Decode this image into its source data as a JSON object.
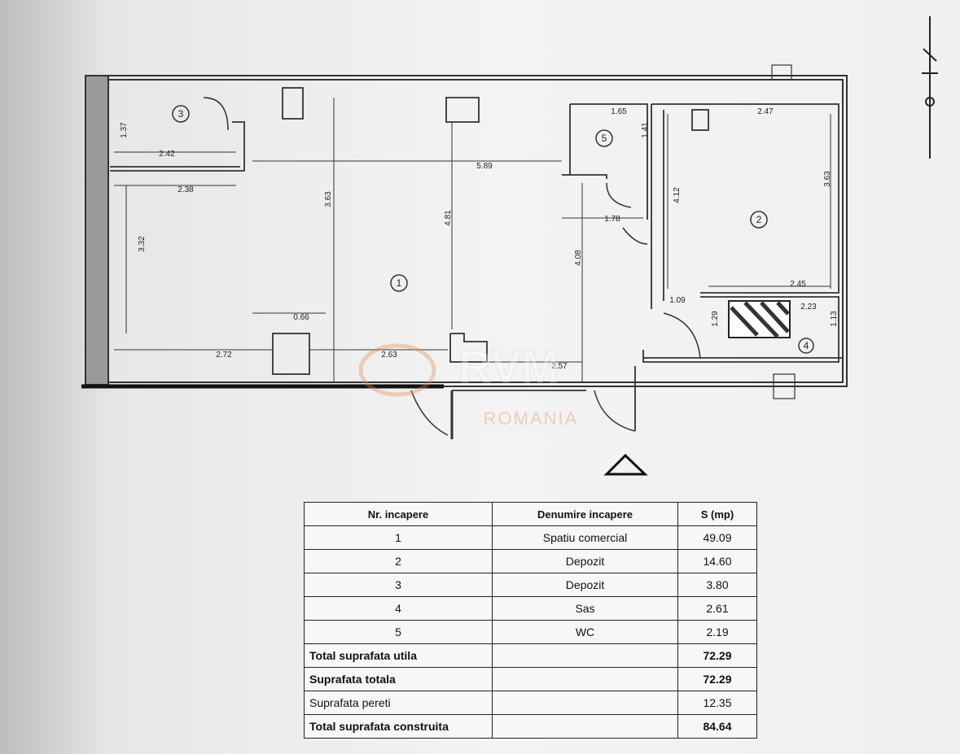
{
  "plan": {
    "rooms": [
      {
        "num": "1"
      },
      {
        "num": "2"
      },
      {
        "num": "3"
      },
      {
        "num": "4"
      },
      {
        "num": "5"
      }
    ],
    "dimensions": [
      "1.37",
      "2.42",
      "2.38",
      "3.32",
      "3.63",
      "4.81",
      "5.89",
      "4.08",
      "2.72",
      "2.63",
      "2.57",
      "0.66",
      "1.65",
      "1.41",
      "1.78",
      "4.12",
      "3.63",
      "2.47",
      "2.45",
      "1.09",
      "1.29",
      "2.23",
      "1.13"
    ],
    "watermark": {
      "logo": "RVM",
      "text": "ROMANIA"
    }
  },
  "table": {
    "headers": [
      "Nr. incapere",
      "Denumire incapere",
      "S (mp)"
    ],
    "rows": [
      {
        "nr": "1",
        "name": "Spatiu comercial",
        "area": "49.09"
      },
      {
        "nr": "2",
        "name": "Depozit",
        "area": "14.60"
      },
      {
        "nr": "3",
        "name": "Depozit",
        "area": "3.80"
      },
      {
        "nr": "4",
        "name": "Sas",
        "area": "2.61"
      },
      {
        "nr": "5",
        "name": "WC",
        "area": "2.19"
      }
    ],
    "totals": [
      {
        "label": "Total suprafata utila",
        "value": "72.29"
      },
      {
        "label": "Suprafata totala",
        "value": "72.29"
      },
      {
        "label": "Suprafata pereti",
        "value": "12.35"
      },
      {
        "label": "Total suprafata construita",
        "value": "84.64"
      }
    ]
  }
}
